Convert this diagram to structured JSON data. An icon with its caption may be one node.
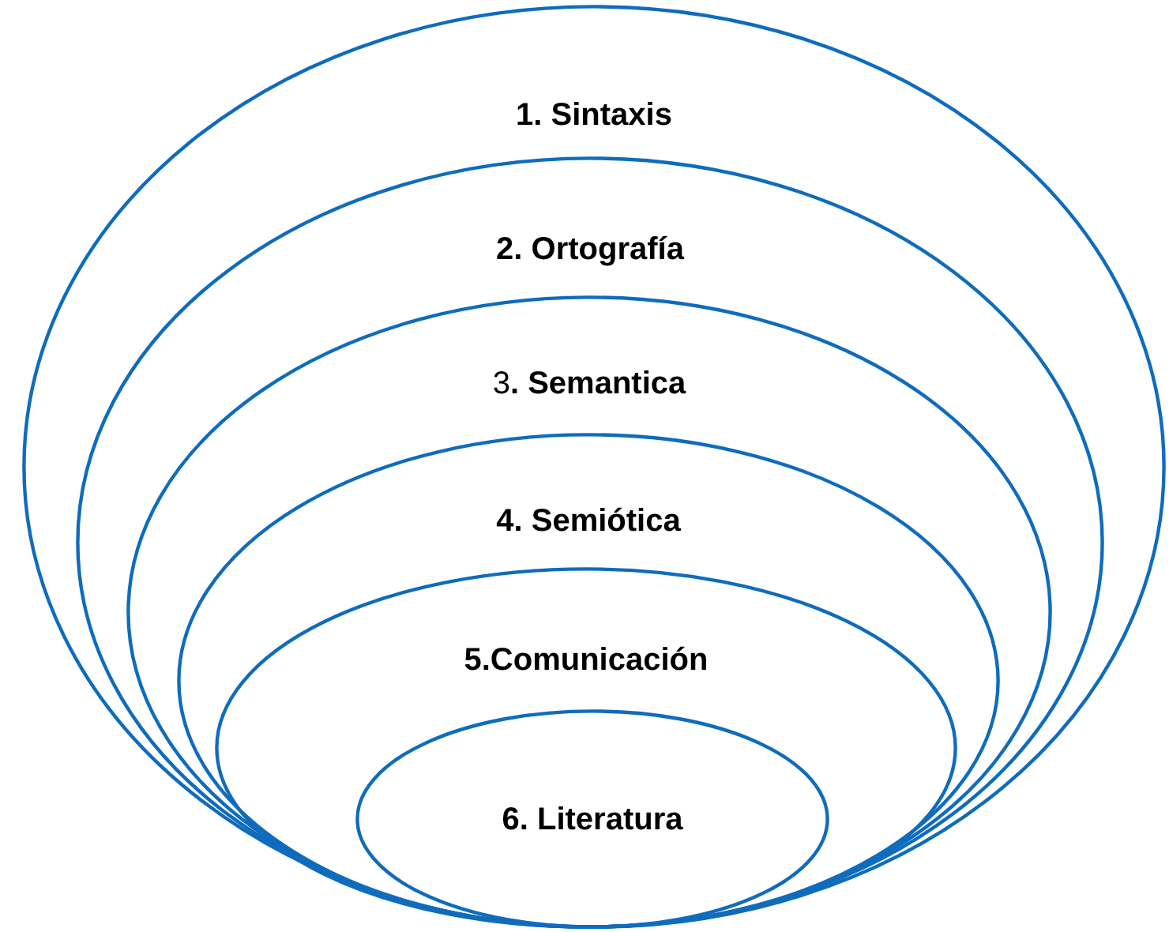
{
  "diagram": {
    "nodes": [
      {
        "text": [
          "1. Sintaxis"
        ]
      },
      {
        "text": [
          "2. Ortografía"
        ],
        "in": 0
      },
      {
        "text": [
          "3**. Semantica**"
        ],
        "in": 1
      },
      {
        "text": [
          "4. Semiótica"
        ],
        "in": 2
      },
      {
        "text": [
          "5.Comunicación"
        ],
        "in": 3
      },
      {
        "text": [
          "6. Literatura"
        ],
        "in": 4
      }
    ]
  }
}
